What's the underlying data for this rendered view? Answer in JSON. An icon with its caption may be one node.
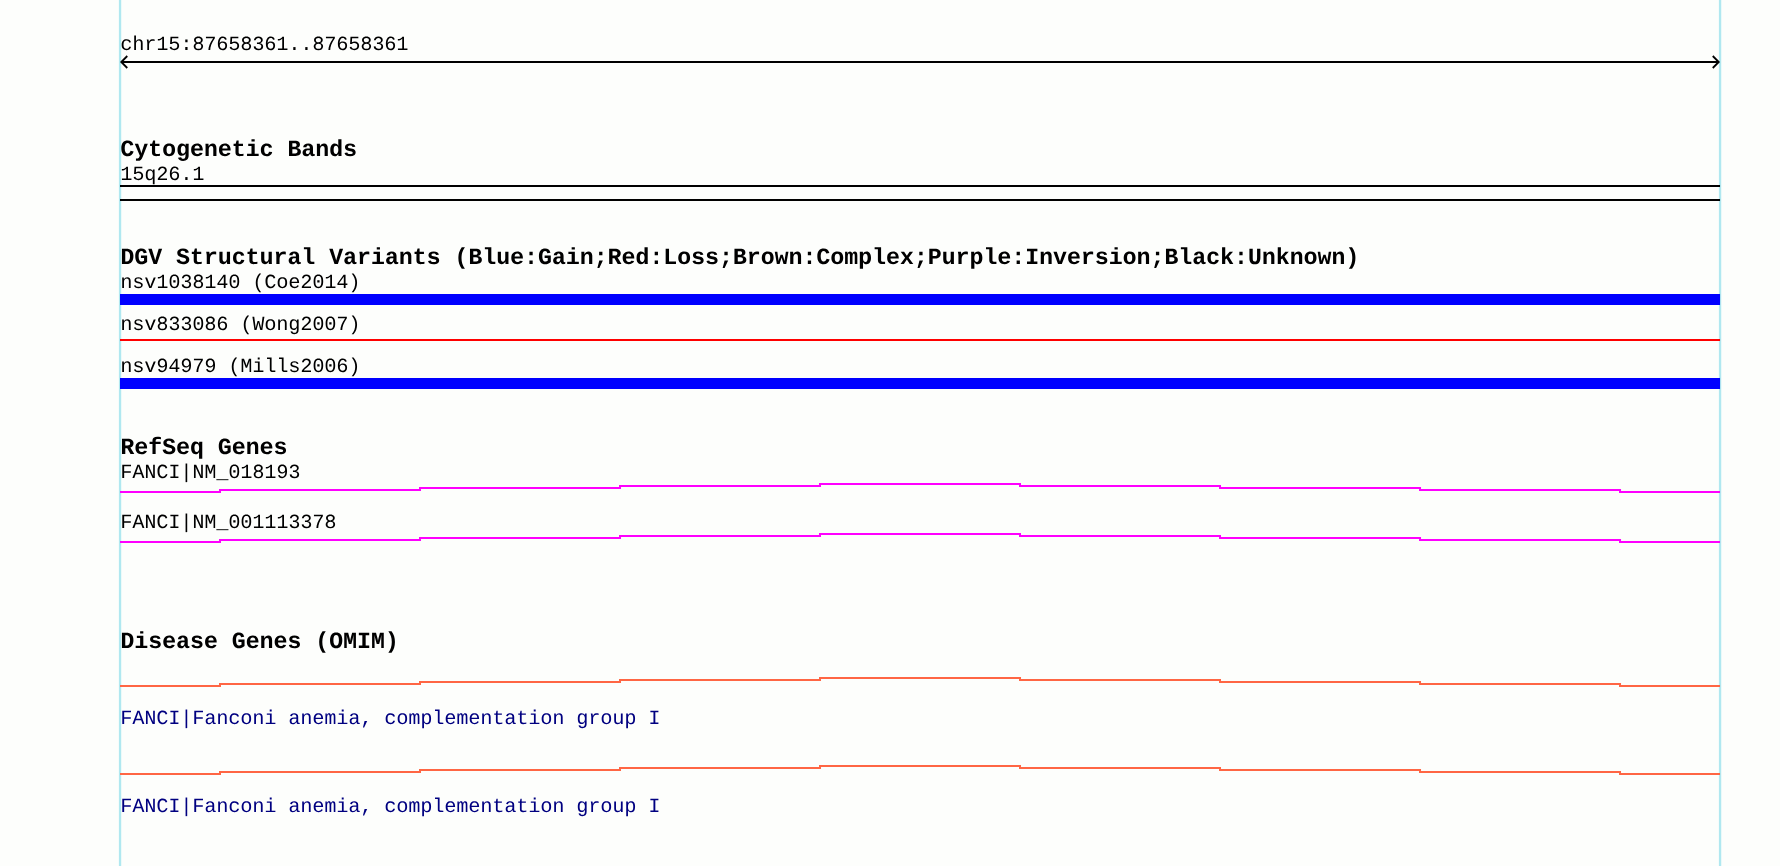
{
  "diagram": {
    "labels": [
      "chr15:87658361..87658361",
      "Cytogenetic Bands",
      "15q26.1",
      "DGV Structural Variants (Blue:Gain;Red:Loss;Brown:Complex;Purple:Inversion;Black:Unknown)",
      "nsv1038140 (Coe2014)",
      "nsv833086 (Wong2007)",
      "nsv94979 (Mills2006)",
      "RefSeq Genes",
      "FANCI|NM_018193",
      "FANCI|NM_001113378",
      "Disease Genes (OMIM)",
      "FANCI|Fanconi anemia, complementation group I",
      "FANCI|Fanconi anemia, complementation group I"
    ]
  }
}
